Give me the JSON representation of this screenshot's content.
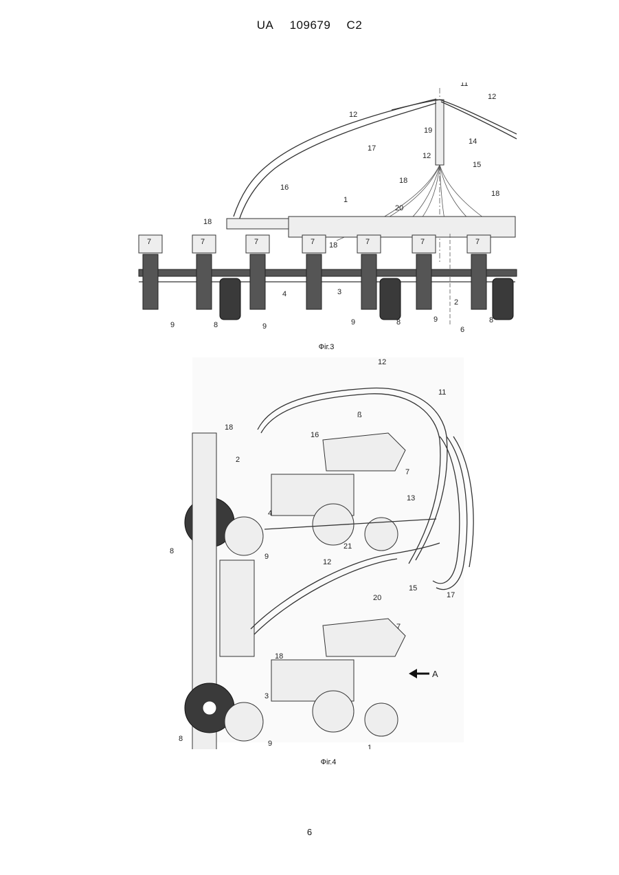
{
  "header": {
    "country": "UA",
    "number": "109679",
    "kind": "C2"
  },
  "figure3": {
    "caption": "Фіг.3",
    "labels": {
      "l1": "1",
      "l2": "2",
      "l3": "3",
      "l4": "4",
      "l6": "6",
      "l7a": "7",
      "l7b": "7",
      "l7c": "7",
      "l7d": "7",
      "l7e": "7",
      "l7f": "7",
      "l7g": "7",
      "l8a": "8",
      "l8b": "8",
      "l9a": "9",
      "l9b": "9",
      "l9c": "9",
      "l9d": "9",
      "l11": "11",
      "l12a": "12",
      "l12b": "12",
      "l12c": "12",
      "l14": "14",
      "l15": "15",
      "l16": "16",
      "l17": "17",
      "l18a": "18",
      "l18b": "18",
      "l18c": "18",
      "l18d": "18",
      "l19": "19",
      "l20": "20"
    }
  },
  "figure4": {
    "caption": "Фіг.4",
    "labels": {
      "l1": "1",
      "l2": "2",
      "l3": "3",
      "l4": "4",
      "l7a": "7",
      "l7b": "7",
      "l8a": "8",
      "l8b": "8",
      "l9a": "9",
      "l9b": "9",
      "l11": "11",
      "l12a": "12",
      "l12b": "12",
      "l13": "13",
      "l15": "15",
      "l16": "16",
      "l17": "17",
      "l18a": "18",
      "l18b": "18",
      "l20": "20",
      "l21": "21",
      "beta": "ß",
      "arrowA": "A"
    }
  },
  "page_number": "6"
}
